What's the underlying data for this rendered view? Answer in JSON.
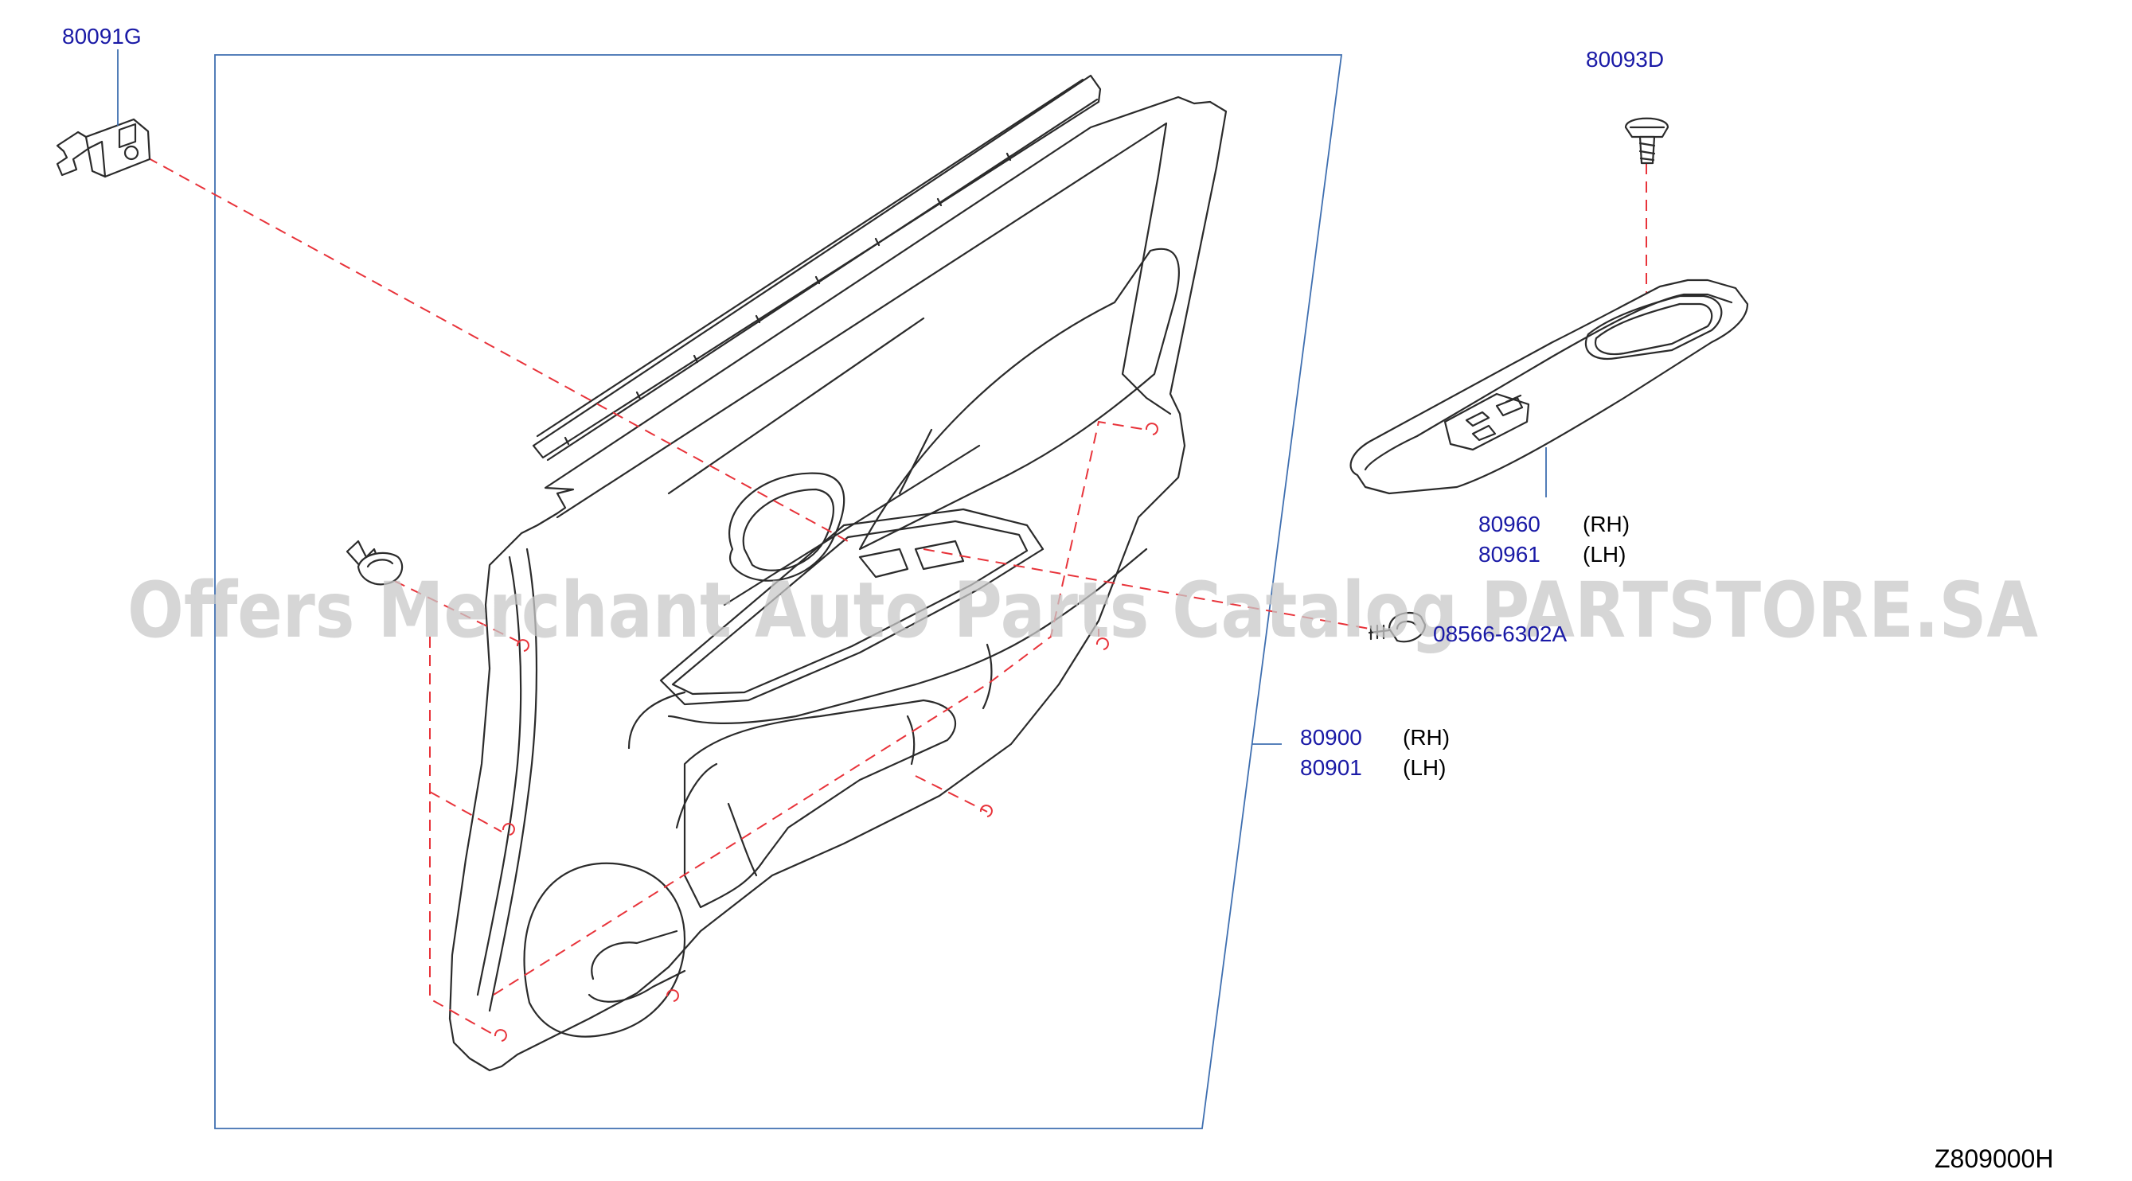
{
  "callouts": {
    "clip_top_left": "80091G",
    "screw_top_right": "80093D",
    "switch_finisher_rh_num": "80960",
    "switch_finisher_rh_side": "(RH)",
    "switch_finisher_lh_num": "80961",
    "switch_finisher_lh_side": "(LH)",
    "screw_side": "08566-6302A",
    "panel_rh_num": "80900",
    "panel_rh_side": "(RH)",
    "panel_lh_num": "80901",
    "panel_lh_side": "(LH)"
  },
  "diagram_code": "Z809000H",
  "watermark": "Offers Merchant Auto Parts Catalog PARTSTORE.SA",
  "colors": {
    "part_number": "#1a1aa6",
    "leader": "#3f6fb0",
    "dashed_link": "#e8333a",
    "outline": "#2b2b2b",
    "watermark": "#c8c8c8"
  }
}
